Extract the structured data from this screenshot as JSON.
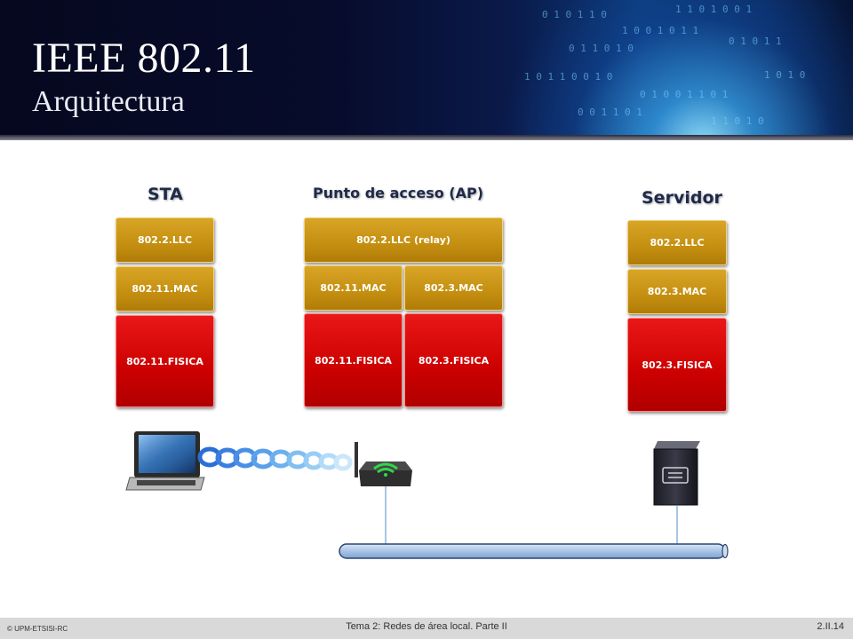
{
  "slide": {
    "title": "IEEE 802.11",
    "subtitle": "Arquitectura"
  },
  "sta": {
    "title": "STA",
    "llc": "802.2.LLC",
    "mac": "802.11.MAC",
    "phy": "802.11.FISICA"
  },
  "ap": {
    "title": "Punto de acceso (AP)",
    "llc": "802.2.LLC (relay)",
    "mac_wireless": "802.11.MAC",
    "mac_wired": "802.3.MAC",
    "phy_wireless": "802.11.FISICA",
    "phy_wired": "802.3.FISICA"
  },
  "server": {
    "title": "Servidor",
    "llc": "802.2.LLC",
    "mac": "802.3.MAC",
    "phy": "802.3.FISICA"
  },
  "footer": {
    "copyright": "© UPM-ETSISI-RC",
    "topic": "Tema 2: Redes de área local. Parte II",
    "page": "2.II.14"
  },
  "icons": [
    "laptop-icon",
    "wireless-signal-icon",
    "access-point-icon",
    "server-icon",
    "lan-bus-icon"
  ],
  "colors": {
    "layer_gold": "#c8940f",
    "layer_red": "#cc0000",
    "bus_blue": "#a9c4e6",
    "header_dark": "#070c2c"
  }
}
